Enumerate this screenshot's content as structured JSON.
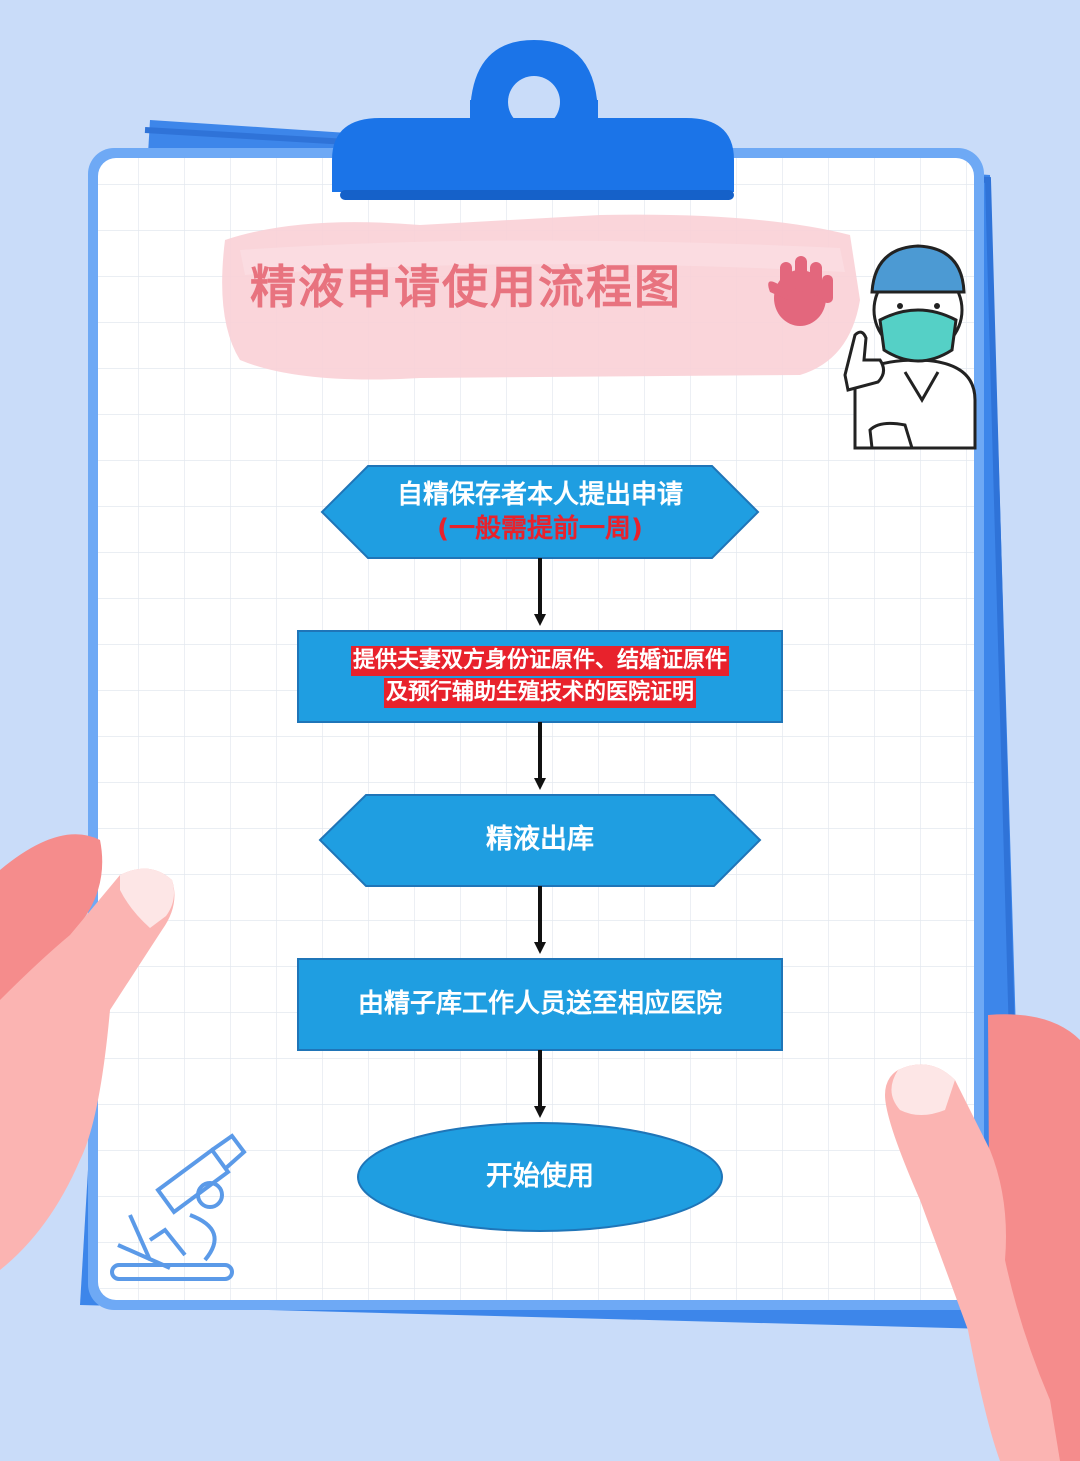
{
  "title": "精液申请使用流程图",
  "steps": [
    {
      "line1": "自精保存者本人提出申请",
      "line2": "(一般需提前一周)"
    },
    {
      "line1": "提供夫妻双方身份证原件、结婚证原件",
      "line2": "及预行辅助生殖技术的医院证明"
    },
    {
      "line1": "精液出库"
    },
    {
      "line1": "由精子库工作人员送至相应医院"
    },
    {
      "line1": "开始使用"
    }
  ],
  "colors": {
    "background": "#c9dcf9",
    "board_blue": "#3d86ea",
    "node_fill": "#1f9ee1",
    "title_pink": "#e8737f",
    "highlight_red": "#e8222c",
    "hand_pink": "#f58c8c"
  },
  "icons": [
    "waving-hand-icon",
    "doctor-icon",
    "microscope-icon",
    "clipboard-clip-icon"
  ]
}
